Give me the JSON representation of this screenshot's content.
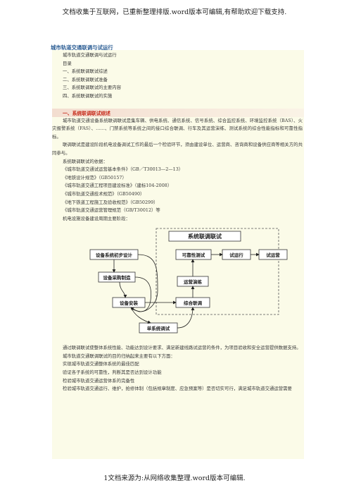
{
  "header": "文档收集于互联网，已重新整理排版.word版本可编辑,有帮助欢迎下载支持.",
  "footer": "1文档来源为:从网络收集整理.word版本可编辑.",
  "title": "城市轨道交通联调与试运行",
  "toc": [
    "城市轨道交通联调与试运行",
    "目录",
    "一、系统联调联试综述",
    "二、系统联调联试准备",
    "三、系统联调联试的主要内容",
    "四、系统联调联试的实施"
  ],
  "section1": {
    "heading": "一、系统联调联试综述",
    "para1": "城市轨道交通设备系统联调联试是集车辆、供电系统、通信系统、信号系统、综合监控系统、环境监控系统（BAS）、火灾报警系统（FAS）、……、门禁系统等系统之间的接口综合联调、行车及其运营演练、测试系统的综合性能指标和可靠性指标。",
    "para2": "联调联试是建设阶段机电设备调试工作的最后一个检验环节，须由建设单位、运营商、咨询商和设备供应商等相关方的共同参与。",
    "basis_label": "系统联调联试的依据：",
    "basis": [
      "《城市轨道交通试运营基本条件》（GB／T30013—2—13）",
      "《地铁设计规范》（GB50157）",
      "《城市轨道交通工程项目建设标准》（建标104-2008）",
      "《城市轨道交通技术规范》（GB50490）",
      "《地下铁道工程施工及验收规范》（GB50299）",
      "《城市轨道交通运营管理规范（GB/T30012）等"
    ],
    "stage_label": "机电设施设备建设周期主要阶段："
  },
  "diagram": {
    "group_title": "系统联调联试",
    "boxes": {
      "design": "设备系统初步设计",
      "procure": "设备采购制造",
      "install": "设备安装",
      "single": "单系统调试",
      "integrated": "综合联调",
      "ops_drill": "运营演练",
      "measure": "可靠性测试",
      "trial": "试运行",
      "trial_ops": "试运营"
    }
  },
  "after": {
    "para1": "通过联调联试使整体系统性能、功能达到设计要求、满足新建线路试运营的条件，为项目验收和安全运营提供数据支持。",
    "purpose_label": "城市轨道交通联调联试的目的归纳起来主要有以下方面：",
    "purposes": [
      "实现城市轨道交通整体系统的最佳匹配",
      "验证各子系统的可靠性，判断其是否达到设计功能",
      "检验城市轨道交通运营体系的完备性"
    ],
    "para_last": "检验城市轨道交通运行、维护，抢修体制（包括规章制度、应急预案等）是否切实可行，满足城市轨道交通运营需要"
  }
}
